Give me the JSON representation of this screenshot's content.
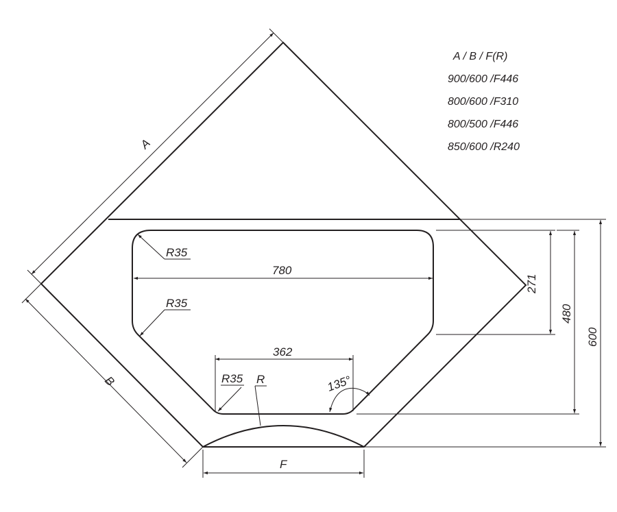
{
  "legend": {
    "header": "A / B / F(R)",
    "rows": [
      "900/600 /F446",
      "800/600 /F310",
      "800/500 /F446",
      "850/600 /R240"
    ]
  },
  "dimensions": {
    "a": "A",
    "b": "B",
    "f": "F",
    "r": "R",
    "r35_top": "R35",
    "r35_mid": "R35",
    "r35_bottom": "R35",
    "width_780": "780",
    "width_362": "362",
    "angle": "135°",
    "h_271": "271",
    "h_480": "480",
    "h_600": "600"
  },
  "colors": {
    "line": "#231f20"
  }
}
